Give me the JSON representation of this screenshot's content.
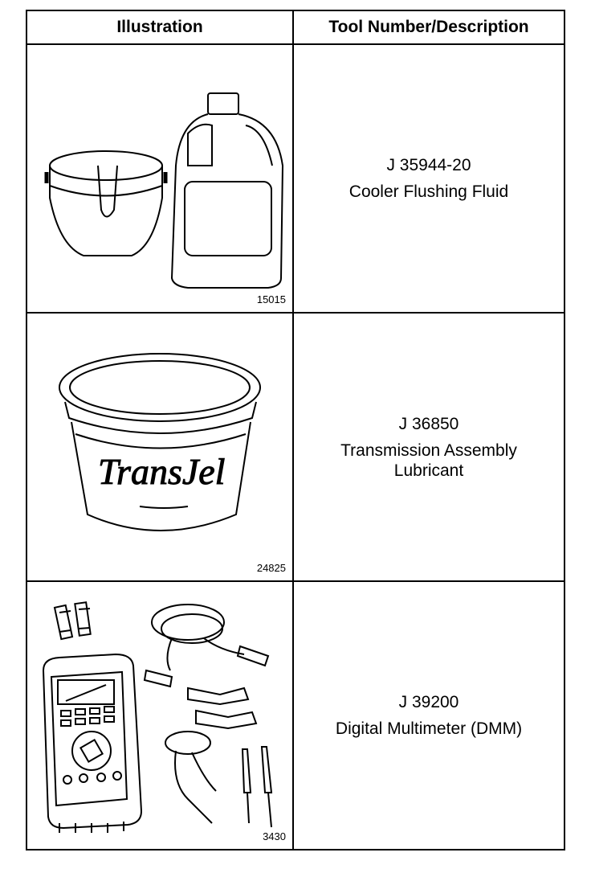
{
  "header": {
    "illustration": "Illustration",
    "description": "Tool Number/Description"
  },
  "rows": [
    {
      "tool_number": "J 35944-20",
      "description": "Cooler Flushing Fluid",
      "figure_number": "15015",
      "icons": [
        "bucket-icon",
        "jug-icon"
      ]
    },
    {
      "tool_number": "J 36850",
      "description_line1": "Transmission Assembly",
      "description_line2": "Lubricant",
      "figure_number": "24825",
      "tub_text": "TransJel",
      "icons": [
        "lubricant-tub-icon"
      ]
    },
    {
      "tool_number": "J 39200",
      "description": "Digital Multimeter (DMM)",
      "figure_number": "3430",
      "icons": [
        "multimeter-icon",
        "fuse-icon",
        "test-leads-icon",
        "alligator-clip-icon",
        "probe-icon"
      ]
    }
  ]
}
